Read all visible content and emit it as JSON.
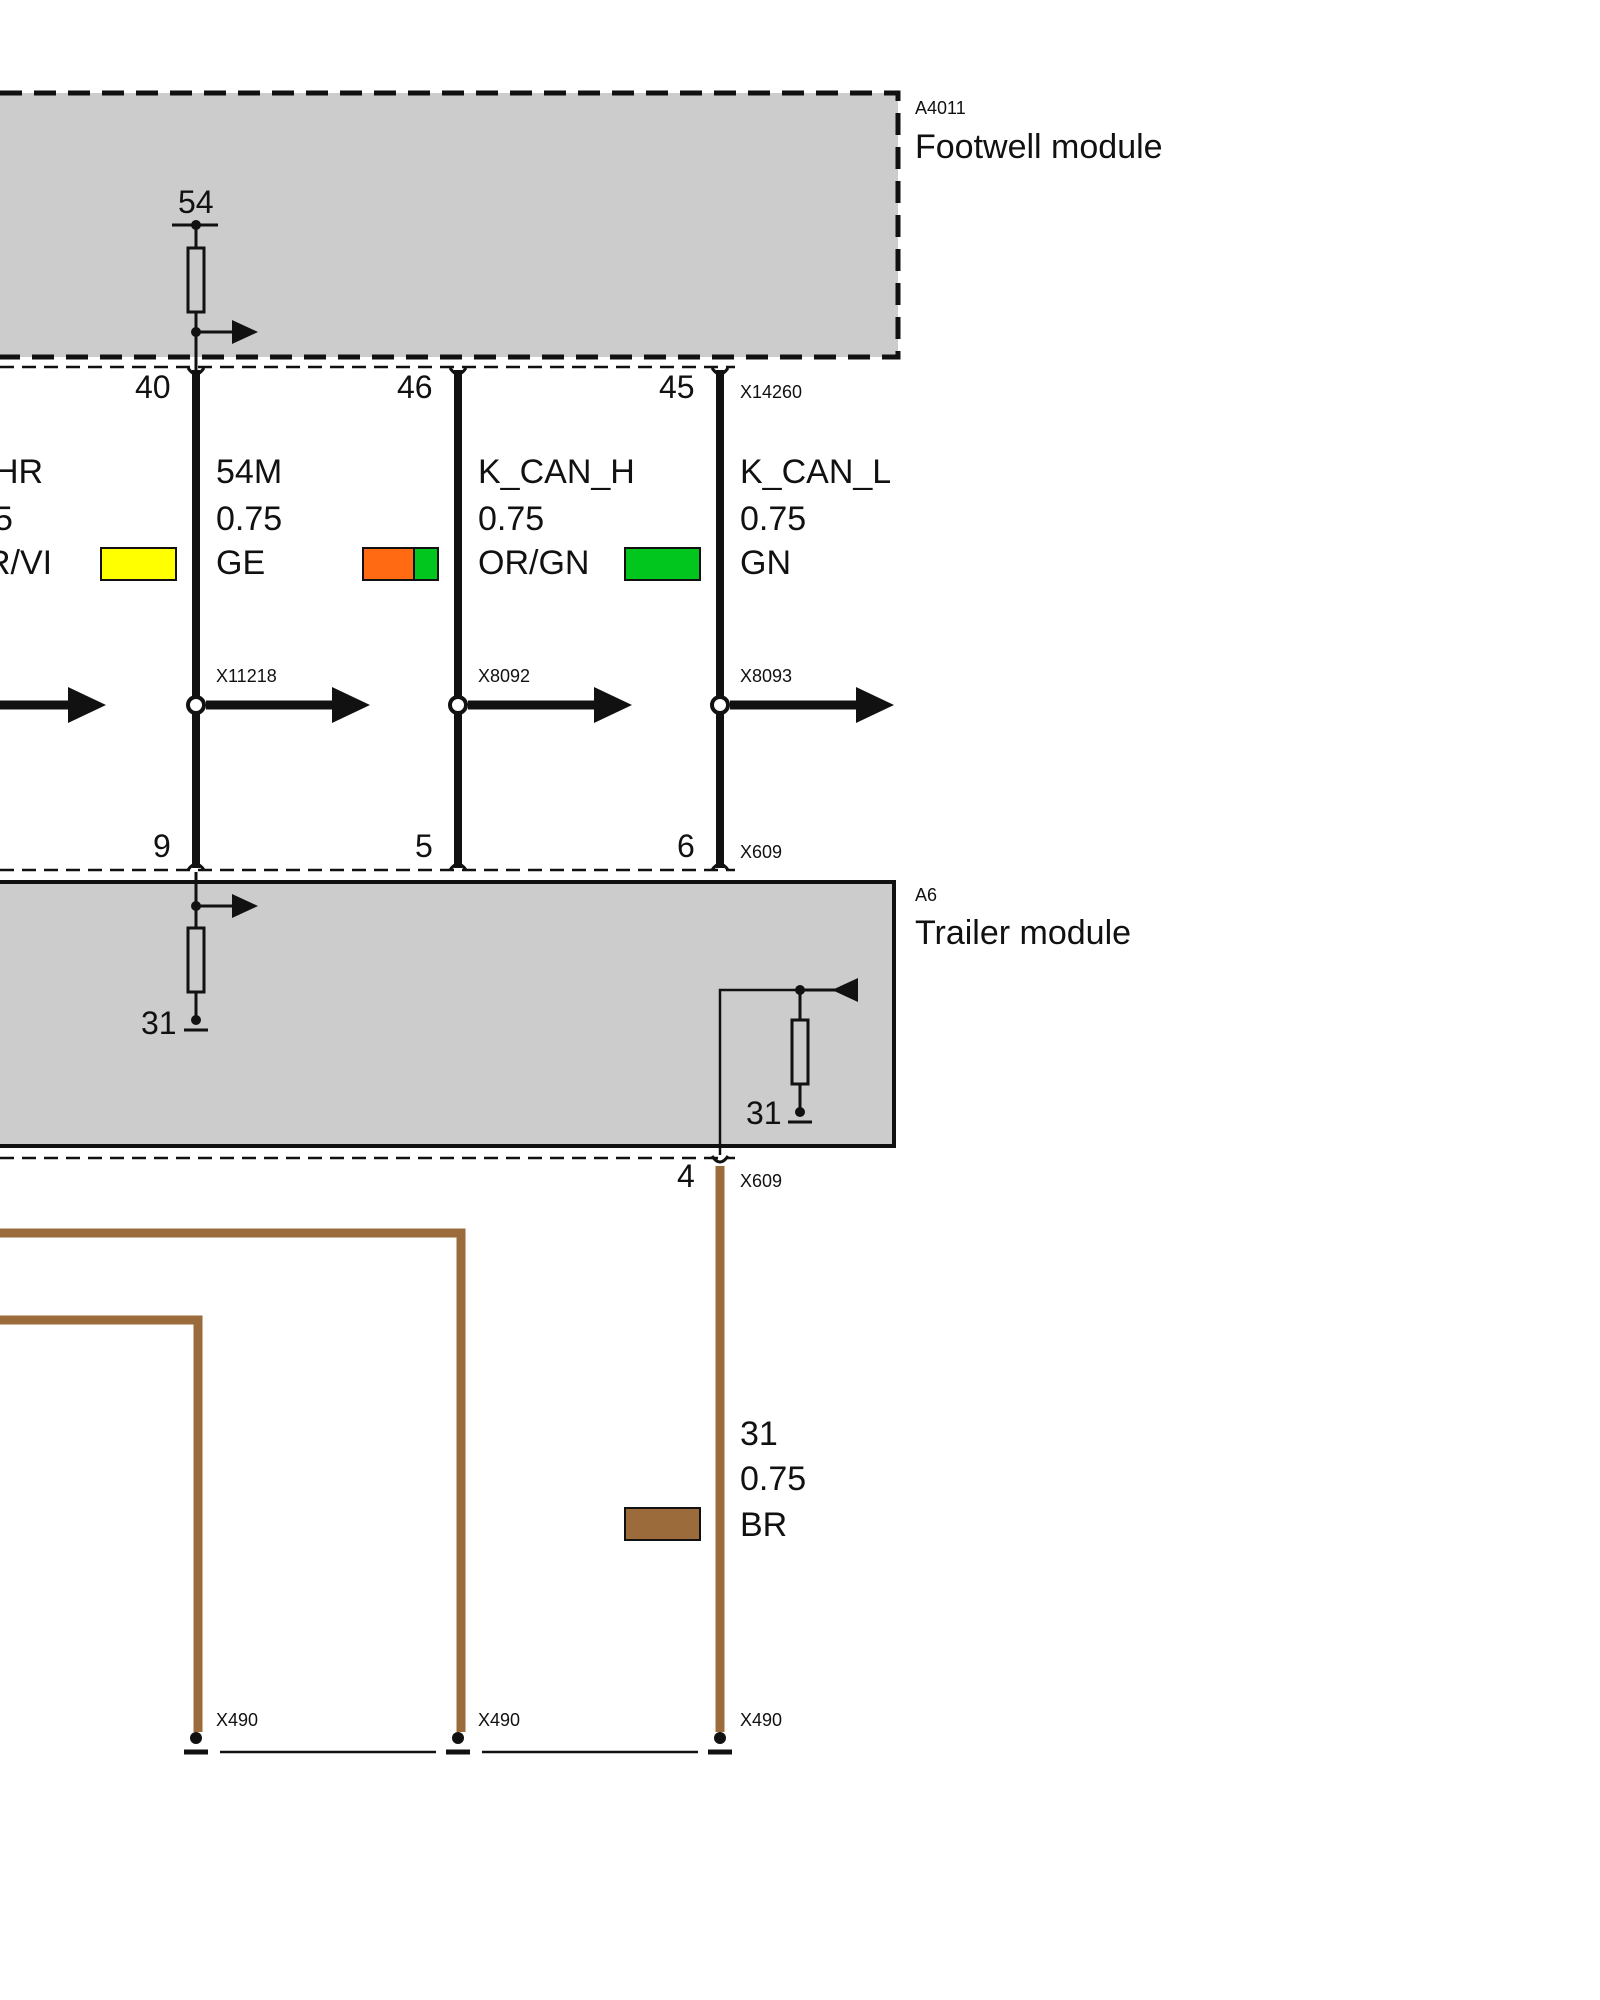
{
  "colors": {
    "module_fill": "#cccccc",
    "wire_black": "#111111",
    "wire_brown": "#9b6b3b",
    "swatch_ge": "#ffff00",
    "swatch_or": "#ff6a13",
    "swatch_gn": "#00c61e",
    "swatch_br": "#9b6b3b"
  },
  "footwell_module": {
    "id": "A4011",
    "name": "Footwell module",
    "internal_pin": "54"
  },
  "trailer_module": {
    "id": "A6",
    "name": "Trailer module",
    "ground_left": "31",
    "ground_right": "31"
  },
  "connectors": {
    "footwell": "X14260",
    "trailer_top": "X609",
    "trailer_bottom": "X609",
    "ground_1": "X490",
    "ground_2": "X490",
    "ground_3": "X490"
  },
  "partial_wire": {
    "name": "HR",
    "size": "5",
    "color": "R/VI"
  },
  "wires": [
    {
      "name": "54M",
      "size": "0.75",
      "color": "GE",
      "pin_top": "40",
      "pin_bottom": "9",
      "splice": "X11218"
    },
    {
      "name": "K_CAN_H",
      "size": "0.75",
      "color": "OR/GN",
      "pin_top": "46",
      "pin_bottom": "5",
      "splice": "X8092"
    },
    {
      "name": "K_CAN_L",
      "size": "0.75",
      "color": "GN",
      "pin_top": "45",
      "pin_bottom": "6",
      "splice": "X8093"
    }
  ],
  "ground_wire": {
    "name": "31",
    "size": "0.75",
    "color": "BR",
    "pin": "4"
  }
}
